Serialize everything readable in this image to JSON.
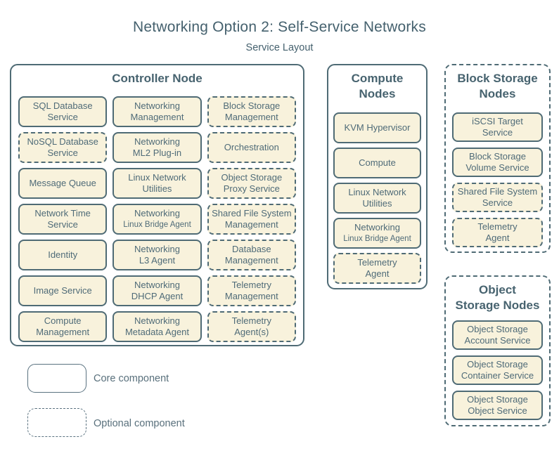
{
  "page": {
    "title": "Networking Option 2: Self-Service Networks",
    "subtitle": "Service Layout"
  },
  "colors": {
    "accent_slate": "#4f6b75",
    "box_fill": "#f8f2dc",
    "background": "#ffffff"
  },
  "groups": [
    {
      "name": "Controller Node",
      "heading_line1": "Controller Node",
      "border": "solid",
      "services": [
        {
          "line1": "SQL Database",
          "line2": "Service",
          "type": "core"
        },
        {
          "line1": "Networking",
          "line2": "Management",
          "type": "core"
        },
        {
          "line1": "Block Storage",
          "line2": "Management",
          "type": "optional"
        },
        {
          "line1": "NoSQL Database",
          "line2": "Service",
          "type": "optional"
        },
        {
          "line1": "Networking",
          "line2": "ML2 Plug-in",
          "type": "core"
        },
        {
          "line1": "Orchestration",
          "type": "optional"
        },
        {
          "line1": "Message Queue",
          "type": "core"
        },
        {
          "line1": "Linux Network",
          "line2": "Utilities",
          "type": "core"
        },
        {
          "line1": "Object Storage",
          "line2": "Proxy Service",
          "type": "optional"
        },
        {
          "line1": "Network Time",
          "line2": "Service",
          "type": "core"
        },
        {
          "line1": "Networking",
          "line2": "Linux Bridge Agent",
          "line2_small": true,
          "type": "core"
        },
        {
          "line1": "Shared File System",
          "line2": "Management",
          "type": "optional"
        },
        {
          "line1": "Identity",
          "type": "core"
        },
        {
          "line1": "Networking",
          "line2": "L3 Agent",
          "type": "core"
        },
        {
          "line1": "Database",
          "line2": "Management",
          "type": "optional"
        },
        {
          "line1": "Image Service",
          "type": "core"
        },
        {
          "line1": "Networking",
          "line2": "DHCP Agent",
          "type": "core"
        },
        {
          "line1": "Telemetry",
          "line2": "Management",
          "type": "optional"
        },
        {
          "line1": "Compute",
          "line2": "Management",
          "type": "core"
        },
        {
          "line1": "Networking",
          "line2": "Metadata Agent",
          "type": "core"
        },
        {
          "line1": "Telemetry",
          "line2": "Agent(s)",
          "type": "optional"
        }
      ]
    },
    {
      "name": "Compute Nodes",
      "heading_line1": "Compute",
      "heading_line2": "Nodes",
      "border": "solid",
      "services": [
        {
          "line1": "KVM Hypervisor",
          "type": "core"
        },
        {
          "line1": "Compute",
          "type": "core"
        },
        {
          "line1": "Linux Network",
          "line2": "Utilities",
          "type": "core"
        },
        {
          "line1": "Networking",
          "line2": "Linux Bridge Agent",
          "line2_small": true,
          "type": "core"
        },
        {
          "line1": "Telemetry",
          "line2": "Agent",
          "type": "optional"
        }
      ]
    },
    {
      "name": "Block Storage Nodes",
      "heading_line1": "Block Storage",
      "heading_line2": "Nodes",
      "border": "dashed",
      "services": [
        {
          "line1": "iSCSI Target",
          "line2": "Service",
          "type": "core"
        },
        {
          "line1": "Block Storage",
          "line2": "Volume Service",
          "type": "core"
        },
        {
          "line1": "Shared File System",
          "line2": "Service",
          "type": "optional"
        },
        {
          "line1": "Telemetry",
          "line2": "Agent",
          "type": "optional"
        }
      ]
    },
    {
      "name": "Object Storage Nodes",
      "heading_line1": "Object",
      "heading_line2": "Storage Nodes",
      "border": "dashed",
      "services": [
        {
          "line1": "Object Storage",
          "line2": "Account Service",
          "type": "core"
        },
        {
          "line1": "Object Storage",
          "line2": "Container Service",
          "type": "core"
        },
        {
          "line1": "Object Storage",
          "line2": "Object Service",
          "type": "core"
        }
      ]
    }
  ],
  "legend": {
    "core_label": "Core component",
    "optional_label": "Optional component"
  }
}
